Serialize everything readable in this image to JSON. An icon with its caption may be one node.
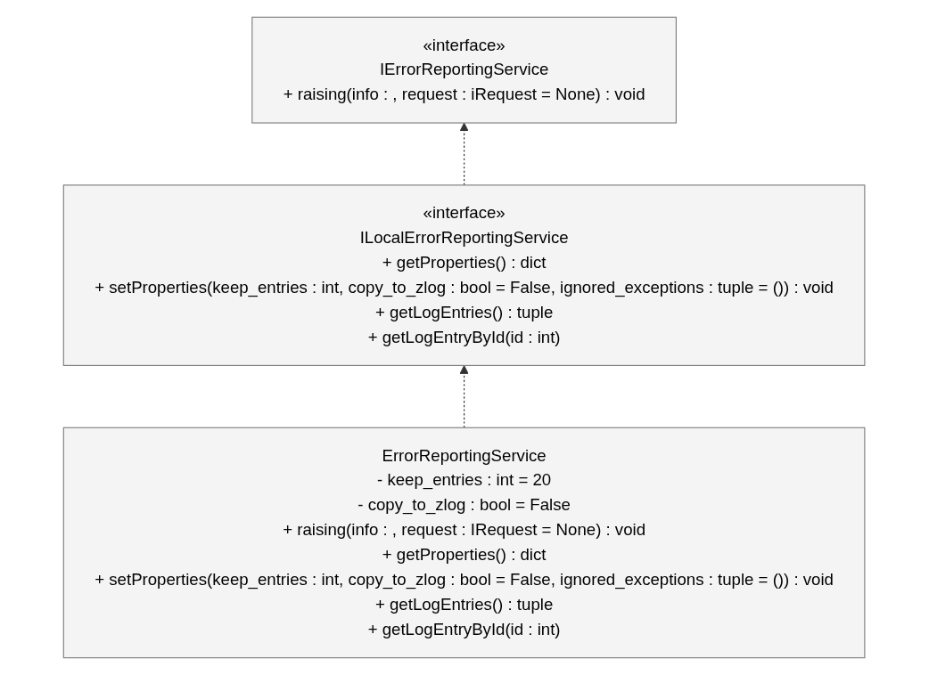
{
  "diagram": {
    "nodes": [
      {
        "text": [
          "«interface»",
          "IErrorReportingService",
          "+ raising(info : , request : iRequest = None) : void"
        ]
      },
      {
        "text": [
          "«interface»",
          "ILocalErrorReportingService",
          "+ getProperties() : dict",
          "+ setProperties(keep_entries : int, copy_to_zlog : bool = False, ignored_exceptions : tuple = ()) : void",
          "+ getLogEntries() : tuple",
          "+ getLogEntryById(id : int)"
        ]
      },
      {
        "text": [
          "ErrorReportingService",
          "- keep_entries : int = 20",
          "- copy_to_zlog : bool = False",
          "+ raising(info : , request : IRequest = None) : void",
          "+ getProperties() : dict",
          "+ setProperties(keep_entries : int, copy_to_zlog : bool = False, ignored_exceptions : tuple = ()) : void",
          "+ getLogEntries() : tuple",
          "+ getLogEntryById(id : int)"
        ]
      }
    ],
    "edges": [
      {
        "from": 1,
        "to": 0,
        "arrow": "to",
        "style": "dashed"
      },
      {
        "from": 2,
        "to": 1,
        "arrow": "to",
        "style": "dashed"
      }
    ]
  }
}
